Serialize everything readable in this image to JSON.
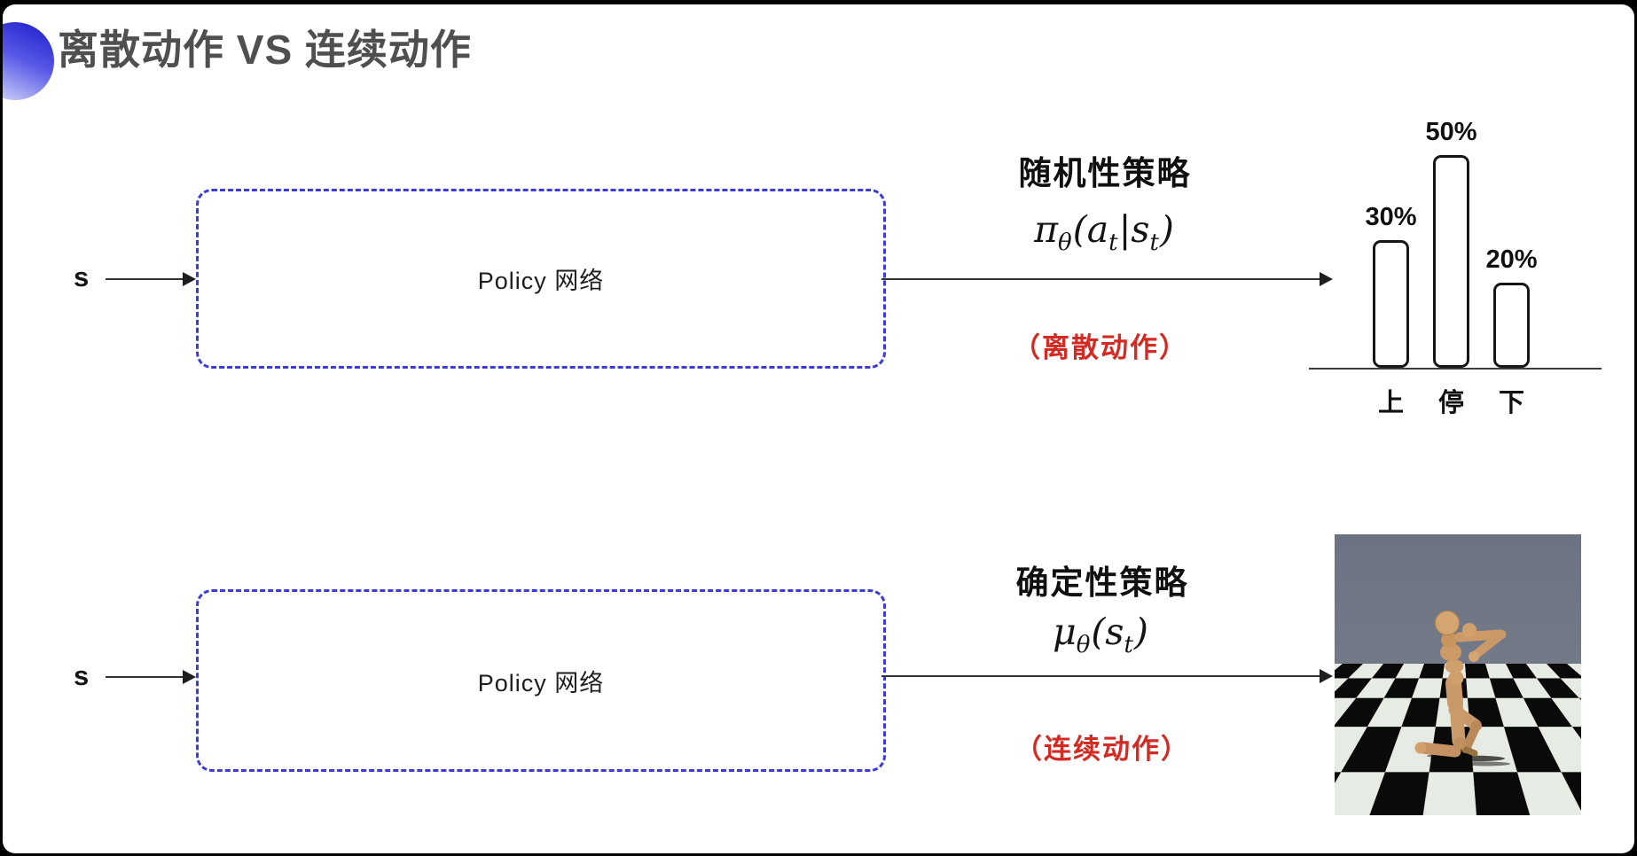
{
  "slide": {
    "title": "离散动作 VS 连续动作",
    "accent_color": "#4343e0",
    "box_border_color": "#3b3bd8",
    "note_color": "#d32a24"
  },
  "top_row": {
    "input_label": "s",
    "box_label": "Policy 网络",
    "policy_title": "随机性策略",
    "formula": {
      "m1": "π",
      "s1": "θ",
      "m2": "(a",
      "s2": "t",
      "m3": "|s",
      "s3": "t",
      "m4": ")"
    },
    "note": "（离散动作）"
  },
  "bottom_row": {
    "input_label": "s",
    "box_label": "Policy 网络",
    "policy_title": "确定性策略",
    "formula": {
      "m1": "μ",
      "s1": "θ",
      "m2": "(s",
      "s2": "t",
      "m3": ")"
    },
    "note": "（连续动作）",
    "image": "mujoco-humanoid-on-checkerboard"
  },
  "chart_data": {
    "type": "bar",
    "categories": [
      "上",
      "停",
      "下"
    ],
    "values": [
      30,
      50,
      20
    ],
    "labels": [
      "30%",
      "50%",
      "20%"
    ],
    "title": "",
    "xlabel": "",
    "ylabel": "",
    "ylim": [
      0,
      60
    ],
    "grid": false,
    "legend": false,
    "bar_style": "outlined rounded bars, white fill, black border"
  }
}
